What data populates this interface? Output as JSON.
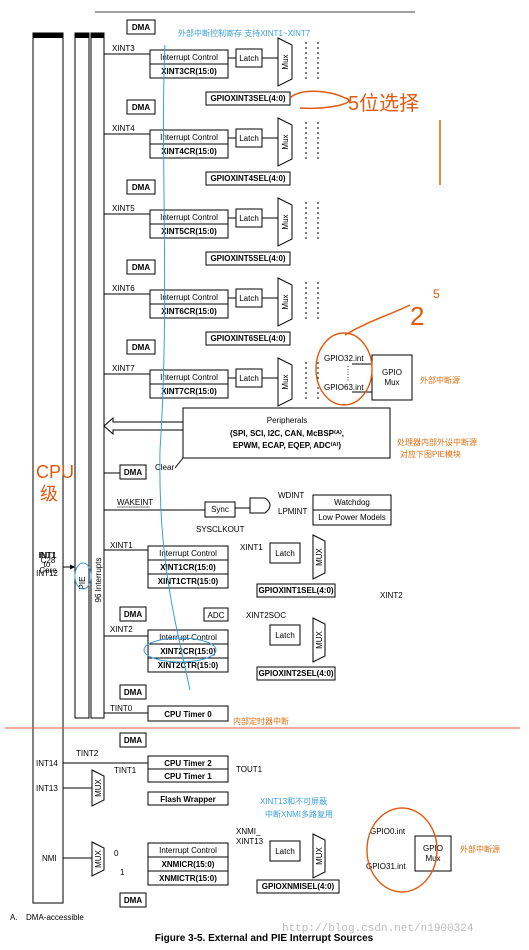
{
  "rows": [
    {
      "xint": "XINT3",
      "cr": "XINT3CR(15:0)",
      "sel": "GPIOXINT3SEL(4:0)"
    },
    {
      "xint": "XINT4",
      "cr": "XINT4CR(15:0)",
      "sel": "GPIOXINT4SEL(4:0)"
    },
    {
      "xint": "XINT5",
      "cr": "XINT5CR(15:0)",
      "sel": "GPIOXINT5SEL(4:0)"
    },
    {
      "xint": "XINT6",
      "cr": "XINT6CR(15:0)",
      "sel": "GPIOXINT6SEL(4:0)"
    },
    {
      "xint": "XINT7",
      "cr": "XINT7CR(15:0)",
      "sel": "GPIOXINT7SEL(4:0)"
    }
  ],
  "labels": {
    "dma": "DMA",
    "ic": "Interrupt Control",
    "latch": "Latch",
    "mux": "Mux",
    "MUX": "MUX",
    "gpio32": "GPIO32.int",
    "gpio63": "GPIO63.int",
    "gpioMux": "GPIO",
    "gpioMux2": "Mux",
    "periph1": "Peripherals",
    "periph2": "(SPI, SCI, I2C, CAN, McBSP⁽ᴬ⁾,",
    "periph3": "EPWM, ECAP, EQEP, ADC⁽ᴬ⁾)",
    "clear": "Clear",
    "wakeint": "WAKEINT",
    "sync": "Sync",
    "sysclkout": "SYSCLKOUT",
    "wdint": "WDINT",
    "lpmint": "LPMINT",
    "watchdog": "Watchdog",
    "lpm": "Low Power Models",
    "xint1": "XINT1",
    "xint1cr": "XINT1CR(15:0)",
    "xint1ctr": "XINT1CTR(15:0)",
    "gpioxint1sel": "GPIOXINT1SEL(4:0)",
    "xint2": "XINT2",
    "adc": "ADC",
    "xint2soc": "XINT2SOC",
    "xint2cr": "XINT2CR(15:0)",
    "xint2ctr": "XINT2CTR(15:0)",
    "gpioxint2sel": "GPIOXINT2SEL(4:0)",
    "tint0": "TINT0",
    "cputimer0": "CPU Timer 0",
    "tint2": "TINT2",
    "tint1": "TINT1",
    "tout1": "TOUT1",
    "cputimer2": "CPU Timer 2",
    "cputimer1": "CPU Timer 1",
    "flash": "Flash Wrapper",
    "int14": "INT14",
    "int13": "INT13",
    "nmi": "NMI",
    "xnmi1": "XNMI_",
    "xnmi2": "XINT13",
    "xnmicr": "XNMICR(15:0)",
    "xnmictr": "XNMICTR(15:0)",
    "gpioxnmisel": "GPIOXNMISEL(4:0)",
    "gpio0": "GPIO0.int",
    "gpio31": "GPIO31.int",
    "zero": "0",
    "one": "1",
    "int1to12a": "INT1",
    "int1to12b": "to",
    "int1to12c": "INT12",
    "c28a": "C28",
    "c28b": "Core",
    "pie": "PIE",
    "interrupts96": "96 Interrupts",
    "footA": "A.",
    "footB": "DMA-accessible",
    "caption": "Figure 3-5. External and PIE Interrupt Sources",
    "watermark": "http://blog.csdn.net/n1900324"
  },
  "annotations": {
    "top_blue": "外部中断控制寄存  支持XINT1~XINT7",
    "five_bit": "5位选择",
    "two_pow": "2",
    "two_pow_exp": "5",
    "ext_src": "外部中断源",
    "cpu_level_a": "CPU",
    "cpu_level_b": "级",
    "periph_src1": "处理器内部外设中断源",
    "periph_src2": "对应下图PIE模块",
    "timer_int": "内部定时器中断",
    "nmi_note1": "XINT13和不可屏蔽",
    "nmi_note2": "中断XNMI多路复用",
    "ext_src2": "外部中断源"
  },
  "colors": {
    "ink": "#000000",
    "blue_note": "#3aa0d8",
    "red_ink": "#e05a10",
    "red_line": "#e55b3c"
  }
}
